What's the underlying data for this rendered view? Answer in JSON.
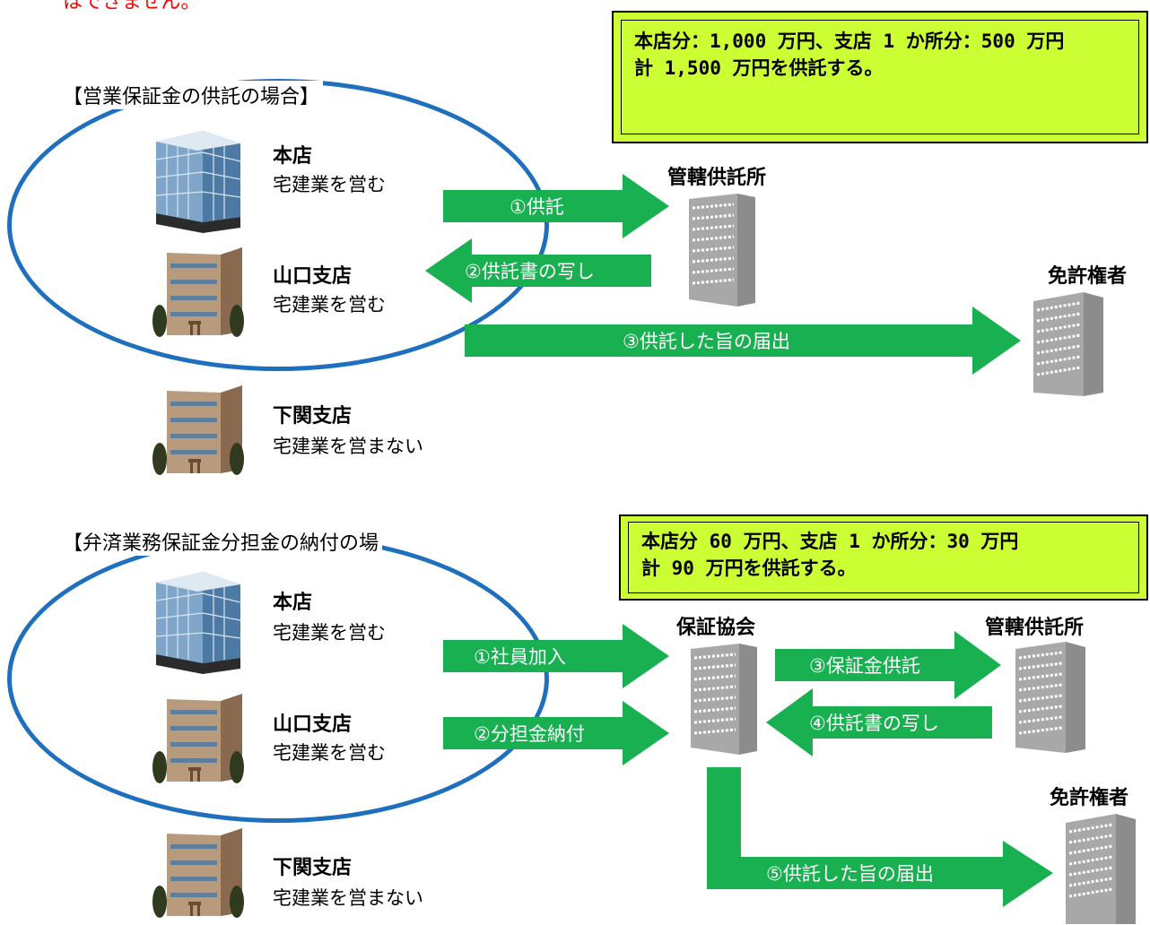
{
  "top_clip_text": "はできません。",
  "section1": {
    "title": "【営業保証金の供託の場合】",
    "note": "本店分：1,000 万円、支店 1 か所分：500 万円\n計 1,500 万円を供託する。",
    "head_office": {
      "name": "本店",
      "desc": "宅建業を営む"
    },
    "branch_yamaguchi": {
      "name": "山口支店",
      "desc": "宅建業を営む"
    },
    "branch_shimonoseki": {
      "name": "下関支店",
      "desc": "宅建業を営まない"
    },
    "deposit_office": "管轄供託所",
    "licensor": "免許権者",
    "arrows": [
      "①供託",
      "②供託書の写し",
      "③供託した旨の届出"
    ]
  },
  "section2": {
    "title": "【弁済業務保証金分担金の納付の場",
    "note": "本店分 60 万円、支店 1 か所分：30 万円\n計 90 万円を供託する。",
    "head_office": {
      "name": "本店",
      "desc": "宅建業を営む"
    },
    "branch_yamaguchi": {
      "name": "山口支店",
      "desc": "宅建業を営む"
    },
    "branch_shimonoseki": {
      "name": "下関支店",
      "desc": "宅建業を営まない"
    },
    "association": "保証協会",
    "deposit_office": "管轄供託所",
    "licensor": "免許権者",
    "arrows": [
      "①社員加入",
      "②分担金納付",
      "③保証金供託",
      "④供託書の写し",
      "⑤供託した旨の届出"
    ]
  },
  "colors": {
    "arrow": "#18b050",
    "note_bg": "#ccff33",
    "ring": "#1f6fbf",
    "gray_building": "#a8a8a8",
    "red_text": "#ff0000"
  }
}
